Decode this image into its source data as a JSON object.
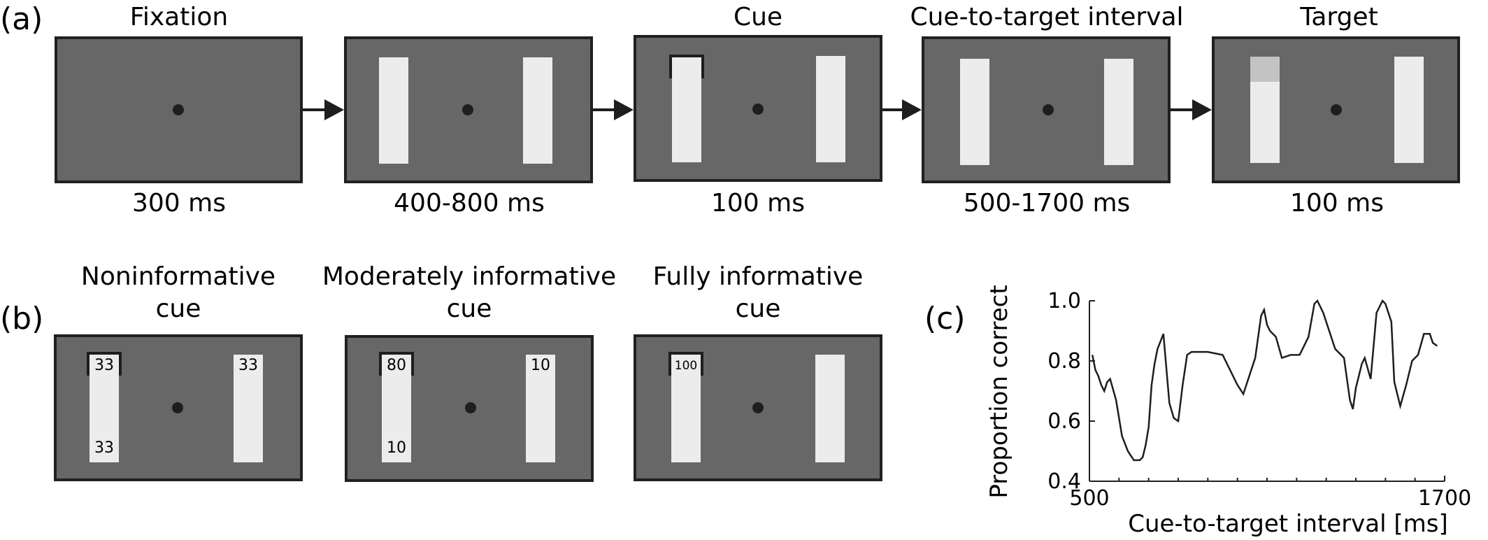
{
  "panel_a": {
    "label": "(a)",
    "steps": [
      {
        "title": "Fixation",
        "duration": "300 ms"
      },
      {
        "title": "",
        "duration": "400-800 ms"
      },
      {
        "title": "Cue",
        "duration": "100 ms"
      },
      {
        "title": "Cue-to-target interval",
        "duration": "500-1700 ms"
      },
      {
        "title": "Target",
        "duration": "100 ms"
      }
    ]
  },
  "panel_b": {
    "label": "(b)",
    "conditions": [
      {
        "title_line1": "Noninformative",
        "title_line2": "cue",
        "left_top": "33",
        "left_bottom": "33",
        "right_top": "33"
      },
      {
        "title_line1": "Moderately informative",
        "title_line2": "cue",
        "left_top": "80",
        "left_bottom": "10",
        "right_top": "10"
      },
      {
        "title_line1": "Fully informative",
        "title_line2": "cue",
        "left_top": "100",
        "left_bottom": "",
        "right_top": ""
      }
    ]
  },
  "panel_c": {
    "label": "(c)"
  },
  "colors": {
    "screen": "#676767",
    "placeholder": "#ececec",
    "target_patch": "#c3c3c3",
    "ink": "#1e1e1e"
  },
  "chart_data": {
    "type": "line",
    "xlabel": "Cue-to-target interval [ms]",
    "ylabel": "Proportion correct",
    "xlim": [
      500,
      1700
    ],
    "ylim": [
      0.4,
      1.0
    ],
    "x_ticks": [
      500,
      1700
    ],
    "y_ticks": [
      0.4,
      0.6,
      0.8,
      1.0
    ],
    "y_tick_labels": [
      "0.4",
      "0.6",
      "0.8",
      "1.0"
    ],
    "x_tick_labels": [
      "500",
      "1700"
    ],
    "series": [
      {
        "x": [
          510,
          520,
          530,
          540,
          550,
          560,
          570,
          590,
          610,
          630,
          650,
          670,
          680,
          690,
          700,
          710,
          720,
          730,
          750,
          770,
          785,
          800,
          815,
          830,
          845,
          860,
          880,
          900,
          950,
          1000,
          1020,
          1040,
          1060,
          1080,
          1090,
          1100,
          1110,
          1130,
          1150,
          1180,
          1210,
          1240,
          1260,
          1270,
          1290,
          1310,
          1330,
          1360,
          1380,
          1390,
          1400,
          1420,
          1430,
          1450,
          1470,
          1490,
          1500,
          1520,
          1530,
          1550,
          1570,
          1590,
          1610,
          1630,
          1650,
          1660,
          1675
        ],
        "y": [
          0.82,
          0.77,
          0.75,
          0.72,
          0.7,
          0.73,
          0.74,
          0.67,
          0.55,
          0.5,
          0.47,
          0.47,
          0.48,
          0.52,
          0.58,
          0.72,
          0.79,
          0.84,
          0.89,
          0.66,
          0.61,
          0.6,
          0.72,
          0.82,
          0.83,
          0.83,
          0.83,
          0.83,
          0.82,
          0.72,
          0.69,
          0.75,
          0.81,
          0.95,
          0.97,
          0.92,
          0.9,
          0.88,
          0.81,
          0.82,
          0.82,
          0.88,
          0.99,
          1.0,
          0.96,
          0.9,
          0.84,
          0.81,
          0.67,
          0.64,
          0.71,
          0.79,
          0.81,
          0.74,
          0.96,
          1.0,
          0.99,
          0.93,
          0.73,
          0.65,
          0.72,
          0.8,
          0.82,
          0.89,
          0.89,
          0.86,
          0.85
        ]
      }
    ]
  }
}
